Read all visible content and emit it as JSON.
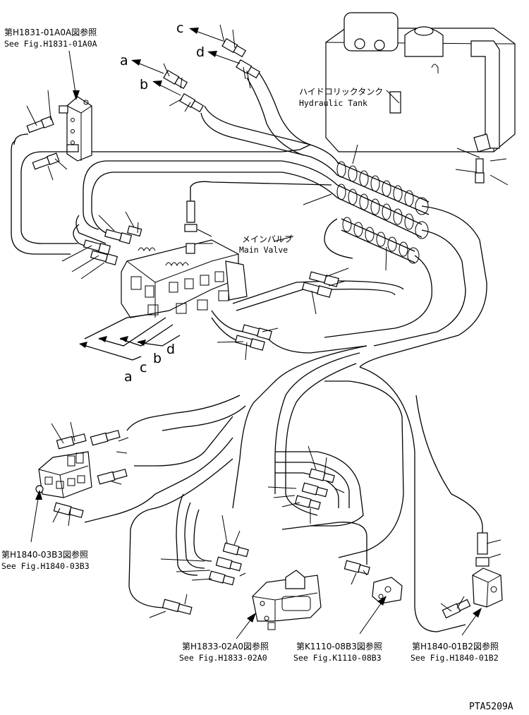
{
  "references": [
    {
      "id": "ref-h1831",
      "jp": "第H1831-01A0A図参照",
      "en": "See Fig.H1831-01A0A"
    },
    {
      "id": "ref-h1840-03b3",
      "jp": "第H1840-03B3図参照",
      "en": "See Fig.H1840-03B3"
    },
    {
      "id": "ref-h1833",
      "jp": "第H1833-02A0図参照",
      "en": "See Fig.H1833-02A0"
    },
    {
      "id": "ref-k1110",
      "jp": "第K1110-08B3図参照",
      "en": "See Fig.K1110-08B3"
    },
    {
      "id": "ref-h1840-01b2",
      "jp": "第H1840-01B2図参照",
      "en": "See Fig.H1840-01B2"
    }
  ],
  "components": {
    "tank": {
      "jp": "ハイドロリックタンク",
      "en": "Hydraulic Tank"
    },
    "valve": {
      "jp": "メインバルブ",
      "en": "Main Valve"
    }
  },
  "letters_top": [
    "a",
    "b",
    "c",
    "d"
  ],
  "letters_bottom": [
    "a",
    "c",
    "b",
    "d"
  ],
  "drawing_code": "PTA5209A"
}
